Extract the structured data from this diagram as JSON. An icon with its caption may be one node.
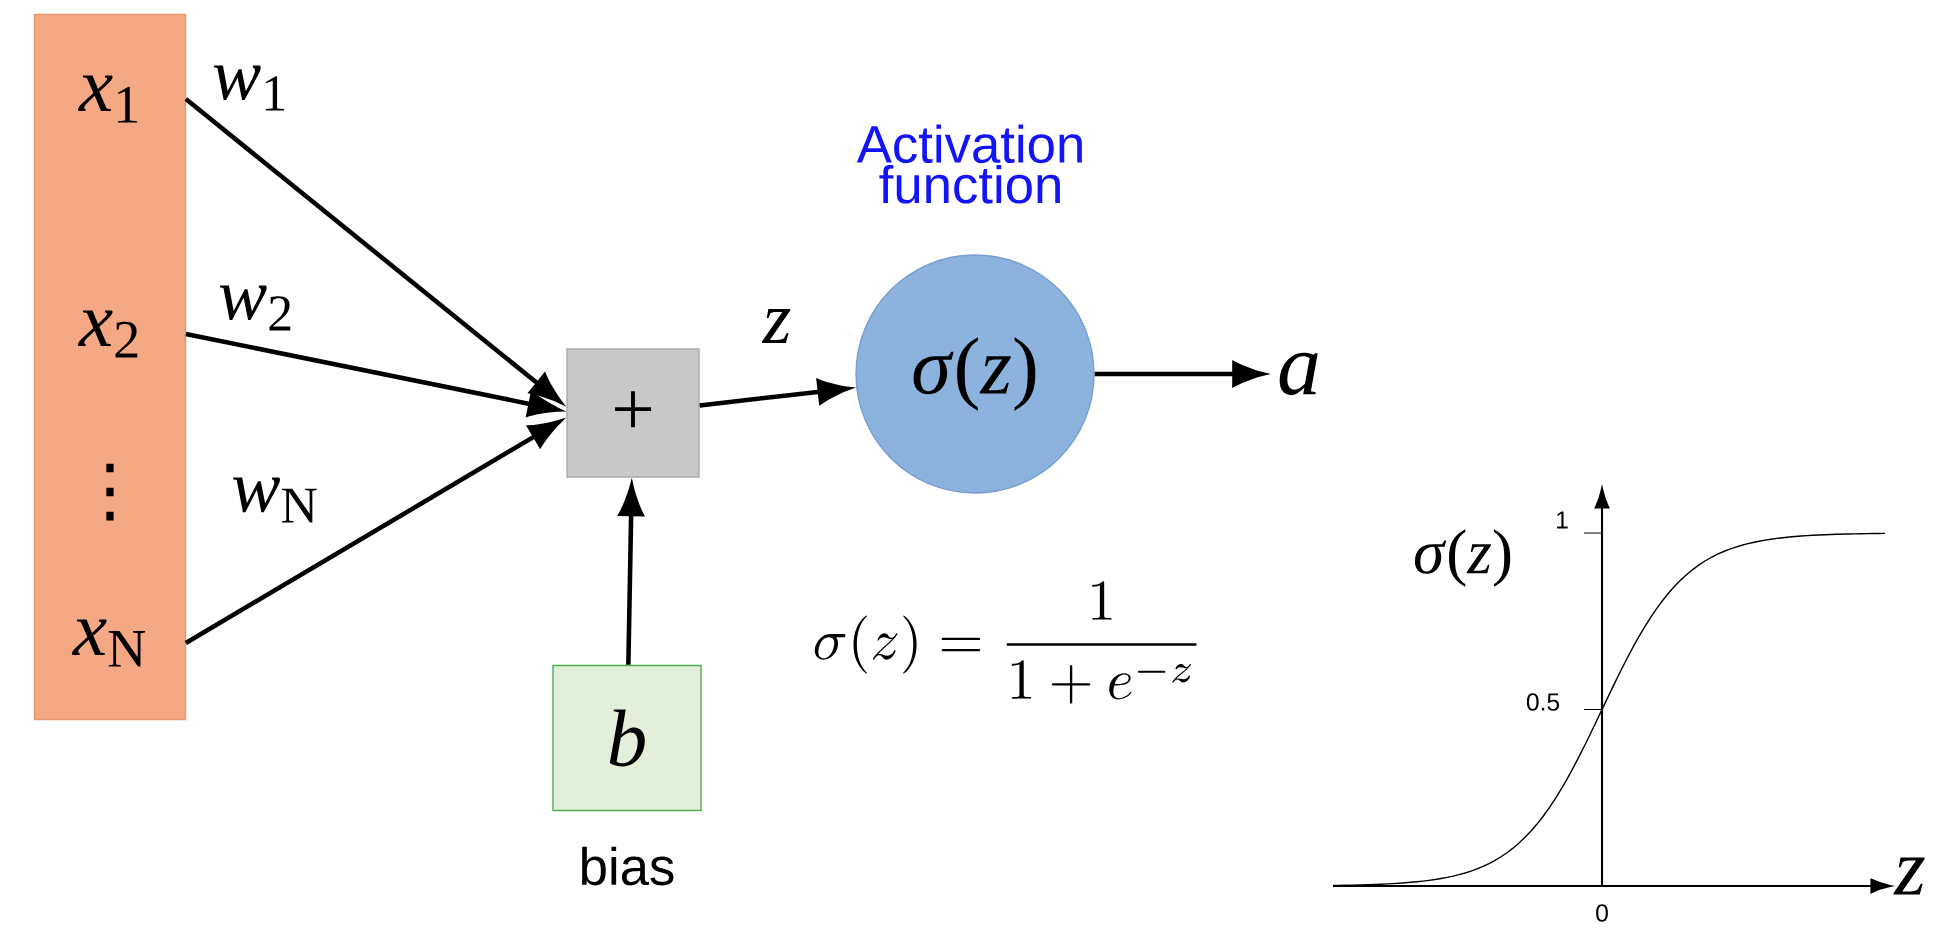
{
  "diagram": {
    "nodes": [
      {
        "text": [],
        "shape": "bar"
      },
      {
        "text": [
          "*x*$_{1}$"
        ],
        "in": 0
      },
      {
        "text": [
          "*x*$_{2}$"
        ],
        "in": 0
      },
      {
        "text": [
          "⋮"
        ],
        "in": 0
      },
      {
        "text": [
          "*x*$_{N}$"
        ],
        "in": 0
      },
      {
        "text": [
          "+"
        ]
      },
      {
        "text": [
          "b"
        ],
        "beside": [
          "bias"
        ]
      },
      {
        "text": [
          "Activation function",
          "*σ*(*z*)"
        ]
      },
      {
        "text": [
          "a"
        ]
      }
    ],
    "edges": [
      {
        "from": 1,
        "to": 5,
        "arrow": "to",
        "label": "*w*$_{1}$"
      },
      {
        "from": 2,
        "to": 5,
        "arrow": "to",
        "label": "*w*$_{2}$"
      },
      {
        "from": 4,
        "to": 5,
        "arrow": "to",
        "label": "*w*$_{N}$"
      },
      {
        "from": 6,
        "to": 5,
        "arrow": "to"
      },
      {
        "from": 5,
        "to": 7,
        "arrow": "to",
        "label": "z"
      },
      {
        "from": 7,
        "to": 8,
        "arrow": "to"
      }
    ],
    "labels": [
      "\\sigma(z) = \\frac{1}{1+e^{-z}}",
      "*σ*(*z*)",
      "1",
      "0.5",
      "0",
      "z"
    ]
  }
}
